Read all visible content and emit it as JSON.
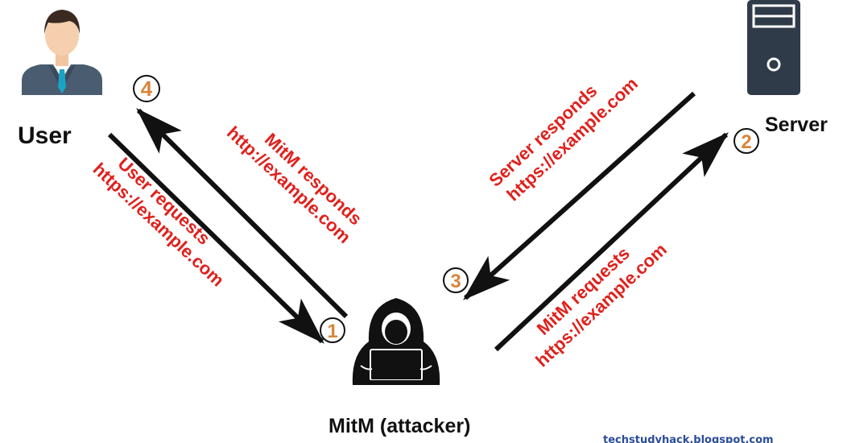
{
  "nodes": {
    "user": {
      "label": "User",
      "icon": "user-icon"
    },
    "server": {
      "label": "Server",
      "icon": "server-icon"
    },
    "attacker": {
      "label": "MitM (attacker)",
      "icon": "hacker-icon"
    }
  },
  "flows": [
    {
      "step": "1",
      "line1": "User requests",
      "line2": "https://example.com"
    },
    {
      "step": "2",
      "line1": "MitM requests",
      "line2": "https://example.com"
    },
    {
      "step": "3",
      "line1": "Server responds",
      "line2": "https://example.com"
    },
    {
      "step": "4",
      "line1": "MitM responds",
      "line2": "http://example.com"
    }
  ],
  "watermark": "techstudyhack.blogspot.com",
  "colors": {
    "label_red": "#e0201c",
    "step_orange": "#d9853b",
    "arrow": "#111111",
    "user_suit": "#4a5d70",
    "user_tie": "#1aa3c4",
    "server_body": "#2f3b48",
    "watermark_blue": "#2b4c9a"
  }
}
